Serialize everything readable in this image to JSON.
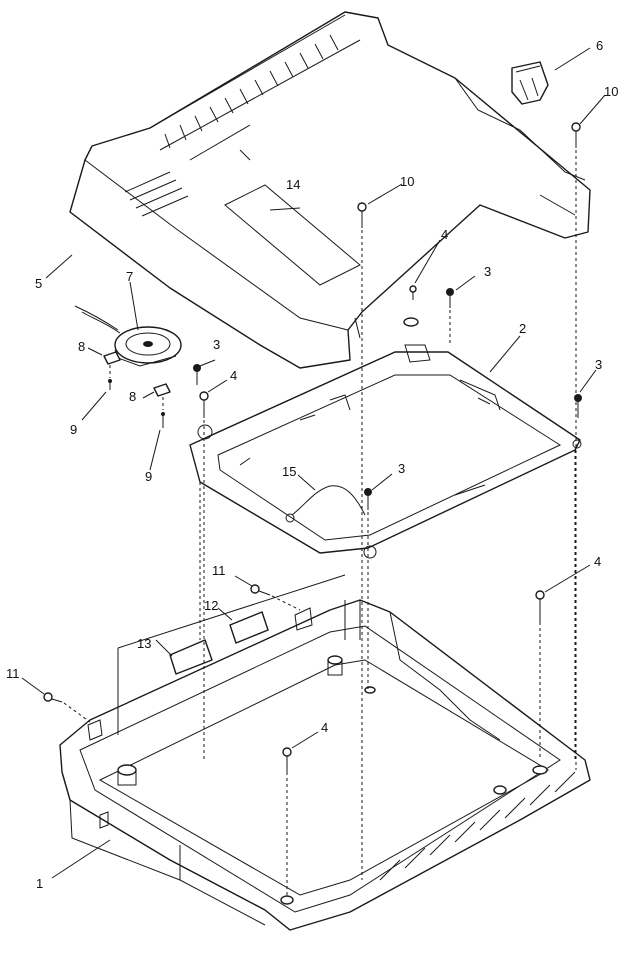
{
  "callouts": [
    {
      "id": "1",
      "text": "1"
    },
    {
      "id": "2",
      "text": "2"
    },
    {
      "id": "3a",
      "text": "3"
    },
    {
      "id": "3b",
      "text": "3"
    },
    {
      "id": "3c",
      "text": "3"
    },
    {
      "id": "3d",
      "text": "3"
    },
    {
      "id": "4a",
      "text": "4"
    },
    {
      "id": "4b",
      "text": "4"
    },
    {
      "id": "4c",
      "text": "4"
    },
    {
      "id": "4d",
      "text": "4"
    },
    {
      "id": "5",
      "text": "5"
    },
    {
      "id": "6",
      "text": "6"
    },
    {
      "id": "7",
      "text": "7"
    },
    {
      "id": "8a",
      "text": "8"
    },
    {
      "id": "8b",
      "text": "8"
    },
    {
      "id": "9a",
      "text": "9"
    },
    {
      "id": "9b",
      "text": "9"
    },
    {
      "id": "10a",
      "text": "10"
    },
    {
      "id": "10b",
      "text": "10"
    },
    {
      "id": "11a",
      "text": "11"
    },
    {
      "id": "11b",
      "text": "11"
    },
    {
      "id": "12",
      "text": "12"
    },
    {
      "id": "13",
      "text": "13"
    },
    {
      "id": "14",
      "text": "14"
    },
    {
      "id": "15",
      "text": "15"
    }
  ]
}
